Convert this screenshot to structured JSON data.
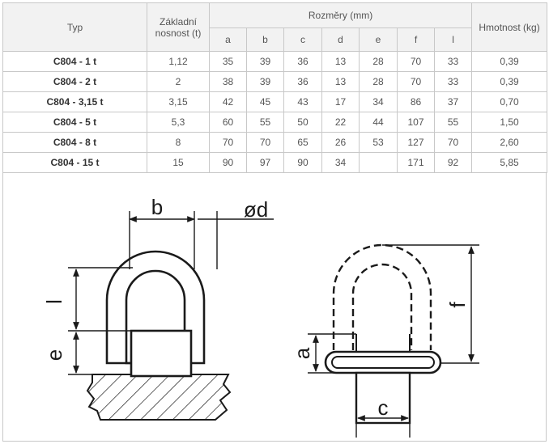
{
  "table": {
    "headers": {
      "typ": "Typ",
      "nosnost": "Základní nosnost (t)",
      "rozmery": "Rozměry (mm)",
      "hmotnost": "Hmotnost (kg)",
      "dims": [
        "a",
        "b",
        "c",
        "d",
        "e",
        "f",
        "l"
      ]
    },
    "rows": [
      {
        "model": "C804 - 1 t",
        "load": "1,12",
        "a": "35",
        "b": "39",
        "c": "36",
        "d": "13",
        "e": "28",
        "f": "70",
        "l": "33",
        "weight": "0,39"
      },
      {
        "model": "C804 - 2 t",
        "load": "2",
        "a": "38",
        "b": "39",
        "c": "36",
        "d": "13",
        "e": "28",
        "f": "70",
        "l": "33",
        "weight": "0,39"
      },
      {
        "model": "C804 - 3,15 t",
        "load": "3,15",
        "a": "42",
        "b": "45",
        "c": "43",
        "d": "17",
        "e": "34",
        "f": "86",
        "l": "37",
        "weight": "0,70"
      },
      {
        "model": "C804 - 5 t",
        "load": "5,3",
        "a": "60",
        "b": "55",
        "c": "50",
        "d": "22",
        "e": "44",
        "f": "107",
        "l": "55",
        "weight": "1,50"
      },
      {
        "model": "C804 - 8 t",
        "load": "8",
        "a": "70",
        "b": "70",
        "c": "65",
        "d": "26",
        "e": "53",
        "f": "127",
        "l": "70",
        "weight": "2,60"
      },
      {
        "model": "C804 - 15 t",
        "load": "15",
        "a": "90",
        "b": "97",
        "c": "90",
        "d": "34",
        "e": "",
        "f": "171",
        "l": "92",
        "weight": "5,85"
      }
    ]
  },
  "drawing": {
    "labels": {
      "b": "b",
      "d": "ød",
      "l": "l",
      "e": "e",
      "f": "f",
      "a": "a",
      "c": "c"
    },
    "line_color": "#1a1a1a"
  }
}
